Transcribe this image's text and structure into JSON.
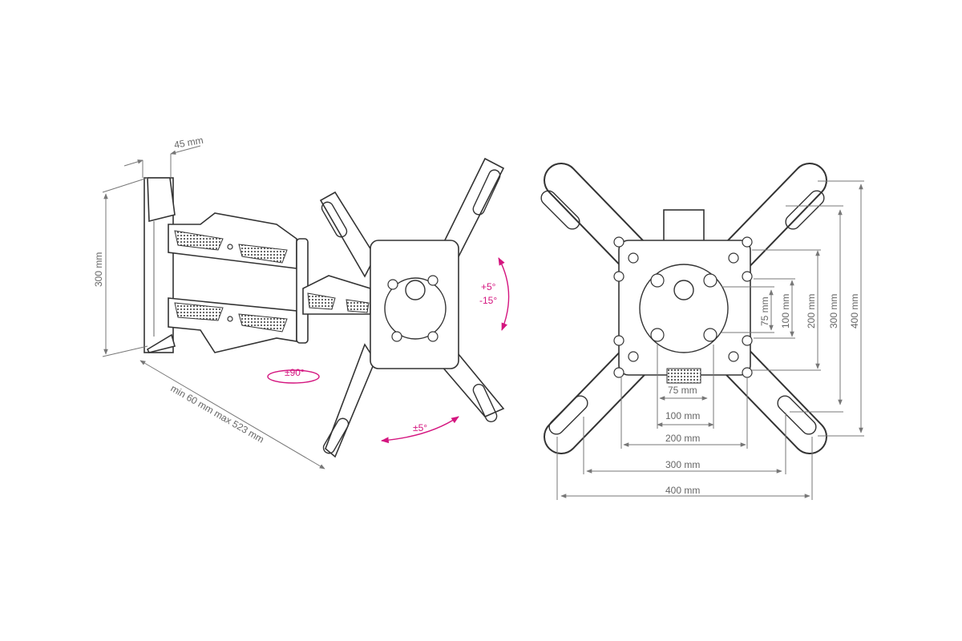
{
  "side_view": {
    "depth_label": "45 mm",
    "height_label": "300 mm",
    "extension_label": "min 60 mm max 523 mm",
    "swivel_label": "±90°",
    "tilt_up_label": "+5°",
    "tilt_down_label": "-15°",
    "rotation_label": "±5°"
  },
  "front_view": {
    "horizontal_dims": [
      "75 mm",
      "100 mm",
      "200 mm",
      "300 mm",
      "400 mm"
    ],
    "vertical_dims": [
      "75 mm",
      "100 mm",
      "200 mm",
      "300 mm",
      "400 mm"
    ]
  },
  "colors": {
    "accent": "#d4157f",
    "line": "#333333",
    "dimension": "#777777"
  }
}
